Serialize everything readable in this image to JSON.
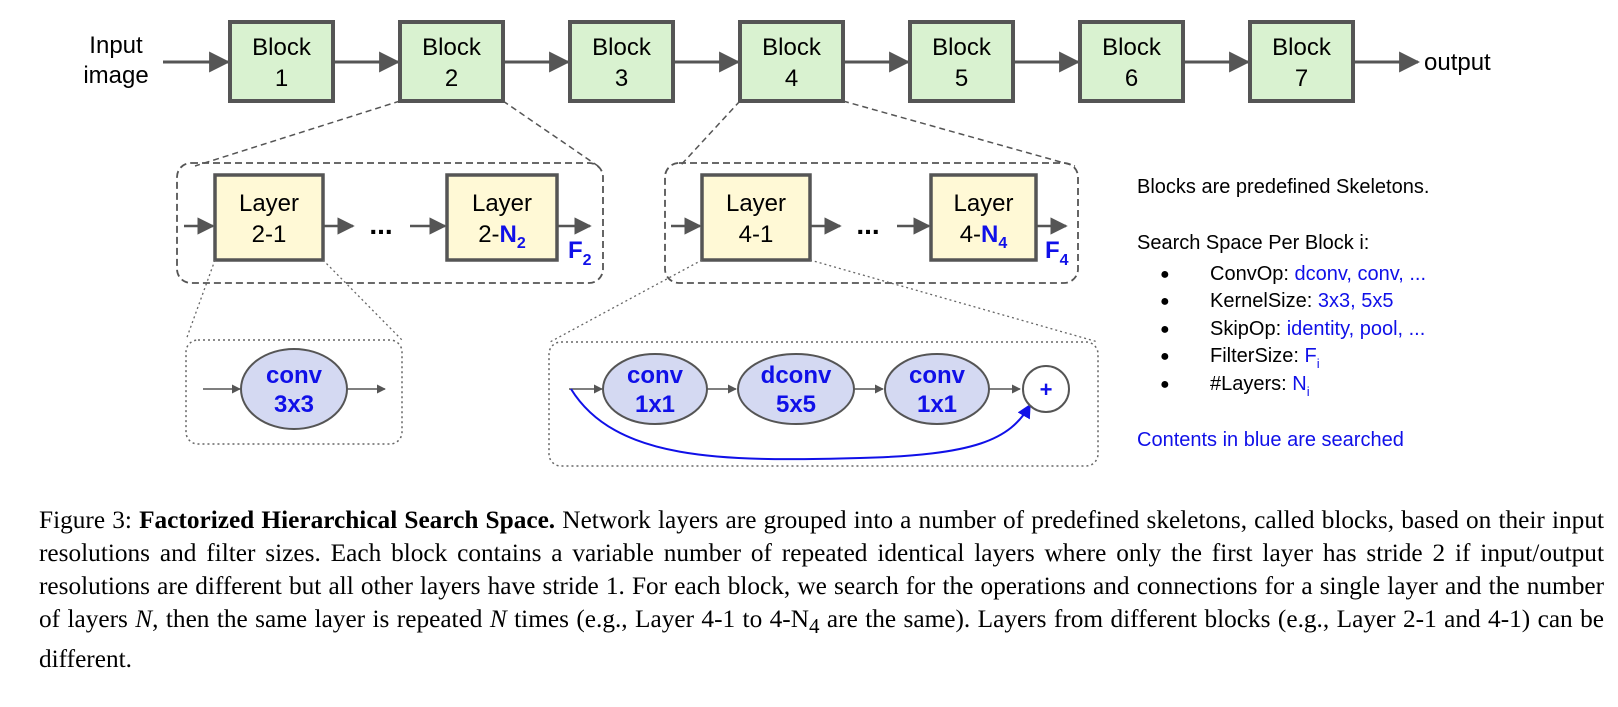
{
  "input_label": [
    "Input",
    "image"
  ],
  "output_label": "output",
  "blocks": [
    {
      "word": "Block",
      "num": "1"
    },
    {
      "word": "Block",
      "num": "2"
    },
    {
      "word": "Block",
      "num": "3"
    },
    {
      "word": "Block",
      "num": "4"
    },
    {
      "word": "Block",
      "num": "5"
    },
    {
      "word": "Block",
      "num": "6"
    },
    {
      "word": "Block",
      "num": "7"
    }
  ],
  "block2": {
    "layer_first": {
      "word": "Layer",
      "num": "2-1"
    },
    "layer_last": {
      "word": "Layer",
      "prefix": "2-",
      "n": "N",
      "sub": "2"
    },
    "ellipsis": "...",
    "filter": {
      "f": "F",
      "sub": "2"
    }
  },
  "block4": {
    "layer_first": {
      "word": "Layer",
      "num": "4-1"
    },
    "layer_last": {
      "word": "Layer",
      "prefix": "4-",
      "n": "N",
      "sub": "4"
    },
    "ellipsis": "...",
    "filter": {
      "f": "F",
      "sub": "4"
    }
  },
  "ops_left": [
    {
      "op": "conv",
      "size": "3x3"
    }
  ],
  "ops_right": [
    {
      "op": "conv",
      "size": "1x1"
    },
    {
      "op": "dconv",
      "size": "5x5"
    },
    {
      "op": "conv",
      "size": "1x1"
    }
  ],
  "plus": "+",
  "legend": {
    "title": "Blocks are predefined Skeletons.",
    "subtitle": "Search Space Per Block i:",
    "bullet": "●",
    "items": [
      {
        "label": "ConvOp: ",
        "value": "dconv, conv, ..."
      },
      {
        "label": "KernelSize: ",
        "value": "3x3, 5x5"
      },
      {
        "label": "SkipOp: ",
        "value": "identity, pool, ..."
      },
      {
        "label": "FilterSize: ",
        "value": "F",
        "sub": "i"
      },
      {
        "label": "#Layers: ",
        "value": "N",
        "sub": "i"
      }
    ],
    "note": "Contents in blue are searched"
  },
  "caption": {
    "lead": "Figure 3: ",
    "title": "Factorized Hierarchical Search Space.",
    "part1": " Network layers are grouped into a number of predefined skeletons, called blocks, based on their input resolutions and filter sizes. Each block contains a variable number of repeated identical layers where only the first layer has stride 2 if input/output resolutions are different but all other layers have stride 1. For each block, we search for the operations and connections for a single layer and the number of layers ",
    "var1": "N",
    "part2": ", then the same layer is repeated ",
    "var2": "N",
    "part3": " times (e.g., Layer 4-1 to 4-N",
    "sub": "4",
    "part4": " are the same). Layers from different blocks (e.g., Layer 2-1 and 4-1) can be different."
  },
  "colors": {
    "block_fill": "#d9f2d0",
    "layer_fill": "#fff9d6",
    "op_fill": "#d4d9f2",
    "edge": "#555555",
    "searched": "#1010e8"
  }
}
